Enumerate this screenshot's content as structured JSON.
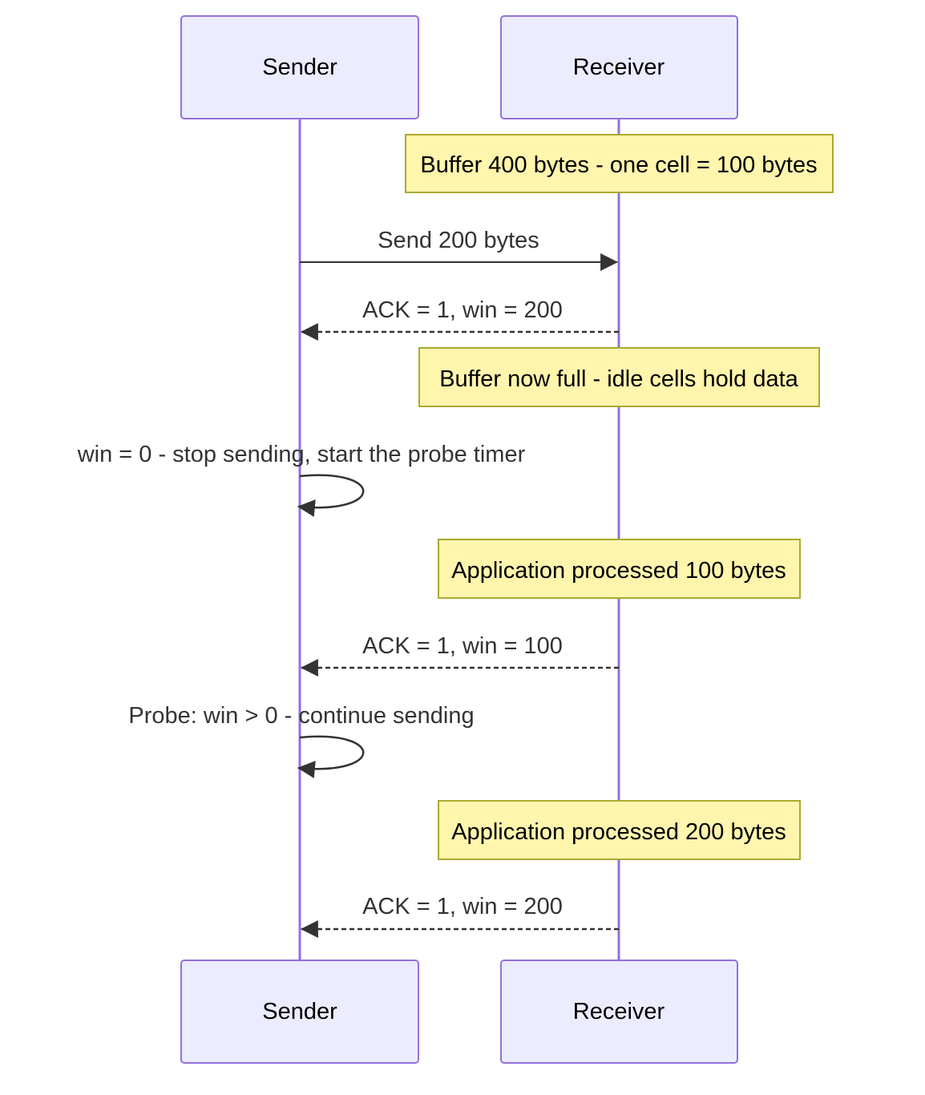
{
  "participants": {
    "sender": "Sender",
    "receiver": "Receiver"
  },
  "notes": {
    "buffer_init": "Buffer 400 bytes - one cell = 100 bytes",
    "buffer_full": "Buffer now full - idle cells hold data",
    "processed_100": "Application processed 100 bytes",
    "processed_200": "Application processed 200 bytes"
  },
  "messages": {
    "send_200": "Send 200 bytes",
    "ack_win_200_first": "ACK = 1, win = 200",
    "self_stop": "win = 0 - stop sending, start the probe timer",
    "ack_win_100": "ACK = 1, win = 100",
    "self_probe": "Probe: win > 0 - continue sending",
    "ack_win_200_final": "ACK = 1, win = 200"
  },
  "colors": {
    "actor_fill": "#ECECFF",
    "actor_stroke": "#9370DB",
    "lifeline": "#9370DB",
    "note_fill": "#FFF5AD",
    "note_stroke": "#AAAA33",
    "arrow": "#333333"
  }
}
